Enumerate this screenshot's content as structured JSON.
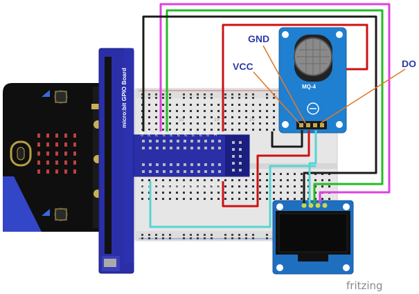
{
  "diagram": {
    "gpio_board_label": "micro:bit GPIO Board",
    "sensor_model": "MQ-4",
    "labels": {
      "gnd": "GND",
      "vcc": "VCC",
      "do": "DO"
    },
    "watermark": "fritzing",
    "breadboard_row_numbers": [
      "10",
      "15",
      "20"
    ],
    "gpio_pin_labels_top": [
      "GND",
      "P20",
      "P19",
      "P16",
      "P15",
      "P14",
      "P13",
      "P12",
      "P11",
      "P10",
      "3V"
    ],
    "gpio_pin_labels_bottom": [
      "5V",
      "P0",
      "P1",
      "P2",
      "P3",
      "P4",
      "P5",
      "P6",
      "P7",
      "P8",
      "P9",
      "3V"
    ],
    "wire_colors": {
      "black": "#1a1a1a",
      "red": "#cc1111",
      "magenta": "#e040e0",
      "green": "#22bb22",
      "cyan": "#55d5d5",
      "label_blue": "#2b3aa8",
      "pointer_orange": "#e07b2a"
    }
  }
}
